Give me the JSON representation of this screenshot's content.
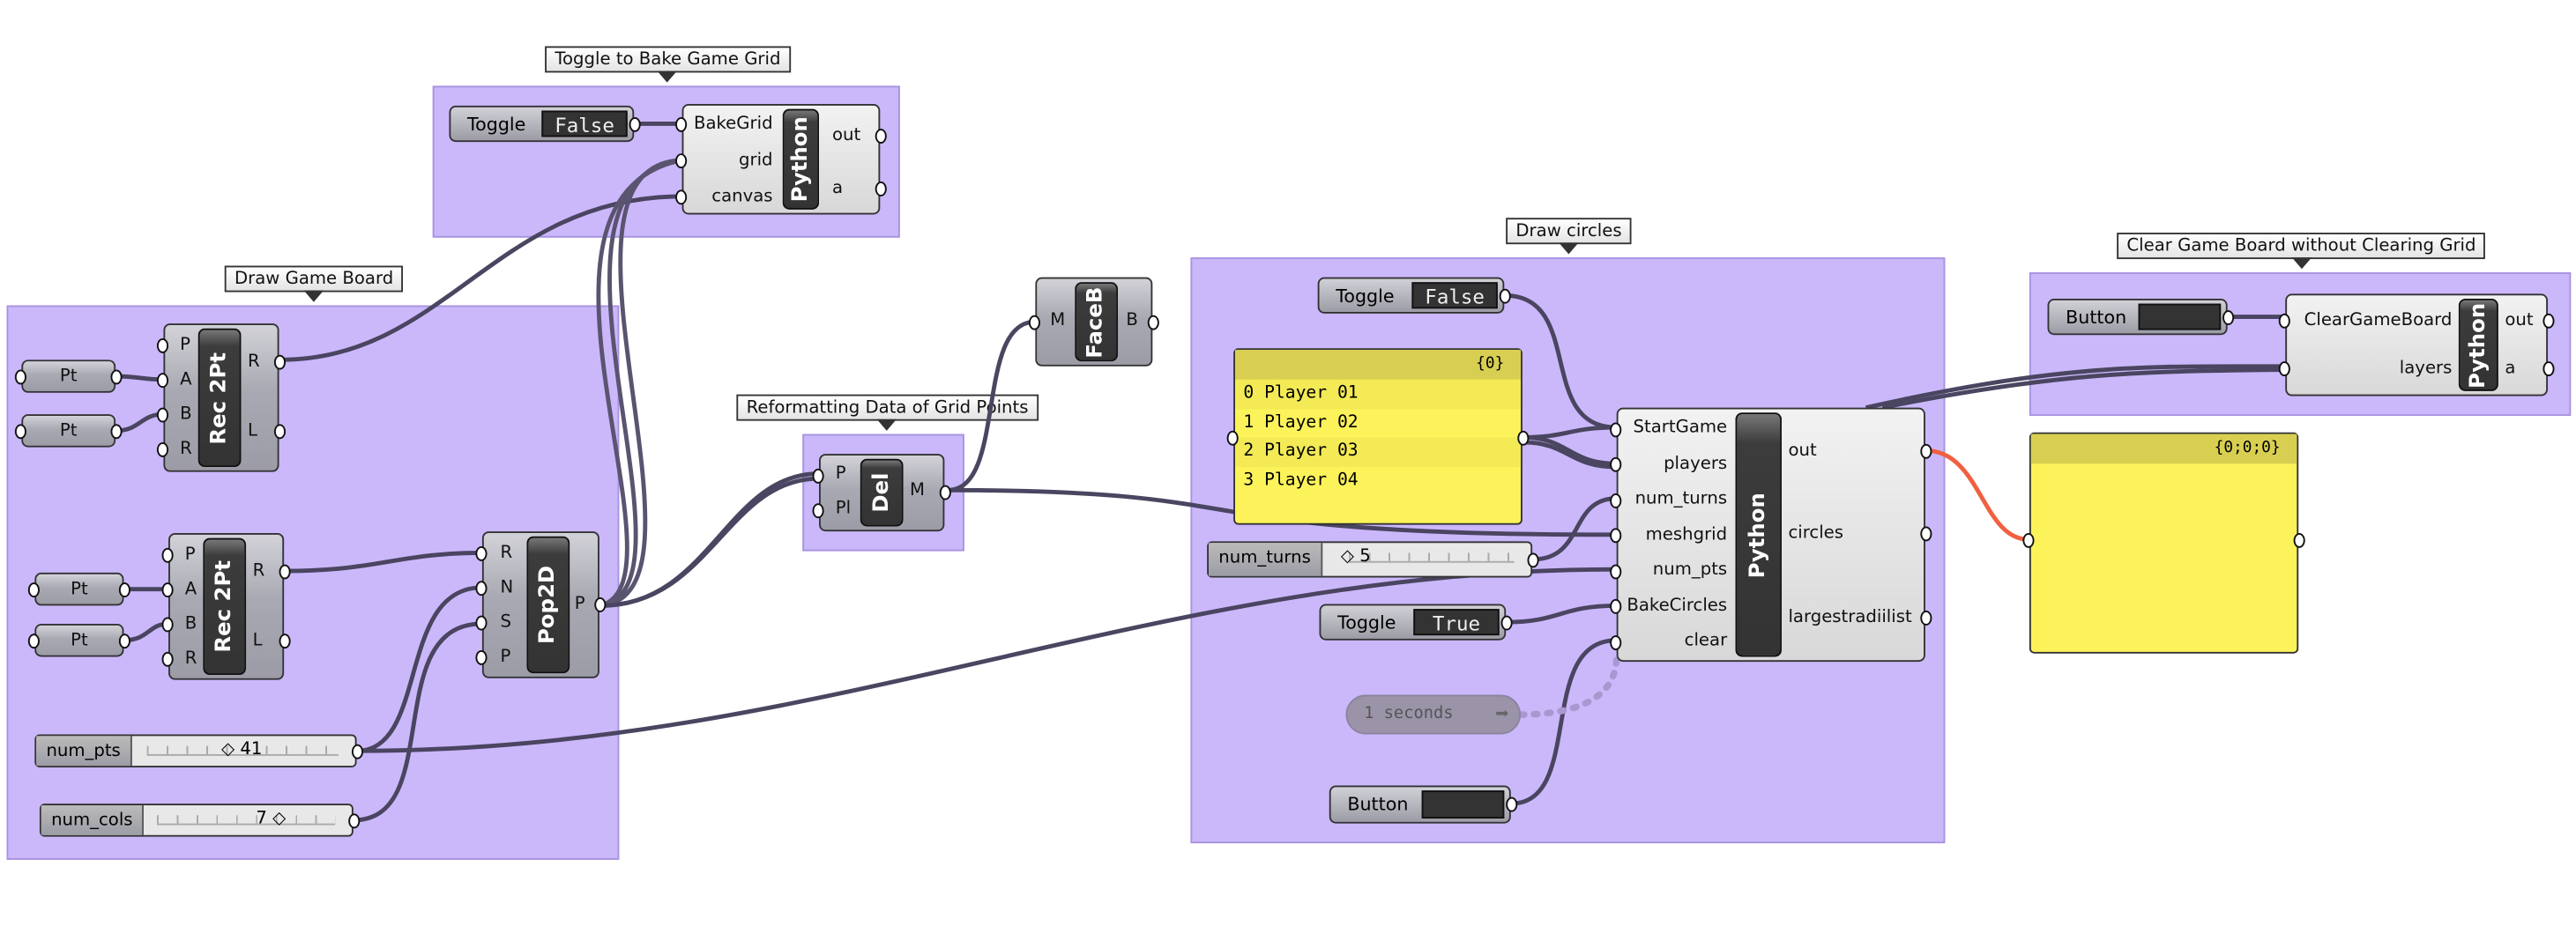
{
  "groups": {
    "bake_grid": "Toggle to Bake Game Grid",
    "draw_board": "Draw Game Board",
    "reformat": "Reformatting Data of Grid Points",
    "draw_circles": "Draw circles",
    "clear_board": "Clear Game Board without Clearing Grid"
  },
  "bake_grid": {
    "toggle": {
      "label": "Toggle",
      "value": "False"
    },
    "python": {
      "name": "Python",
      "inputs": [
        "BakeGrid",
        "grid",
        "canvas"
      ],
      "outputs": [
        "out",
        "a"
      ]
    }
  },
  "draw_board": {
    "pt_label": "Pt",
    "rec2pt": {
      "name": "Rec 2Pt",
      "inputs": [
        "P",
        "A",
        "B",
        "R"
      ],
      "outputs": [
        "R",
        "L"
      ]
    },
    "pop2d": {
      "name": "Pop2D",
      "inputs": [
        "R",
        "N",
        "S",
        "P"
      ],
      "outputs": [
        "P"
      ]
    },
    "num_pts": {
      "label": "num_pts",
      "value": "41"
    },
    "num_cols": {
      "label": "num_cols",
      "value": "7"
    }
  },
  "reformat": {
    "del": {
      "name": "Del",
      "inputs": [
        "P",
        "Pl"
      ],
      "outputs": [
        "M"
      ]
    },
    "faceb": {
      "name": "FaceB",
      "inputs": [
        "M"
      ],
      "outputs": [
        "B"
      ]
    }
  },
  "draw_circles": {
    "toggle_start": {
      "label": "Toggle",
      "value": "False"
    },
    "panel": {
      "header": "{0}",
      "rows": [
        [
          "0",
          "Player 01"
        ],
        [
          "1",
          "Player 02"
        ],
        [
          "2",
          "Player 03"
        ],
        [
          "3",
          "Player 04"
        ]
      ]
    },
    "num_turns": {
      "label": "num_turns",
      "value": "5"
    },
    "toggle_bake": {
      "label": "Toggle",
      "value": "True"
    },
    "timer": "1 seconds",
    "button": "Button",
    "python": {
      "name": "Python",
      "inputs": [
        "StartGame",
        "players",
        "num_turns",
        "meshgrid",
        "num_pts",
        "BakeCircles",
        "clear"
      ],
      "outputs": [
        "out",
        "circles",
        "largestradiilist"
      ]
    }
  },
  "clear_board": {
    "button": "Button",
    "python": {
      "name": "Python",
      "inputs": [
        "ClearGameBoard",
        "layers"
      ],
      "outputs": [
        "out",
        "a"
      ]
    }
  },
  "output_panel": {
    "header": "{0;0;0}"
  },
  "colors": {
    "group": "#cbb8fb",
    "wire": "#4a4560",
    "error_wire": "#f06040",
    "panel": "#fcf35a"
  }
}
